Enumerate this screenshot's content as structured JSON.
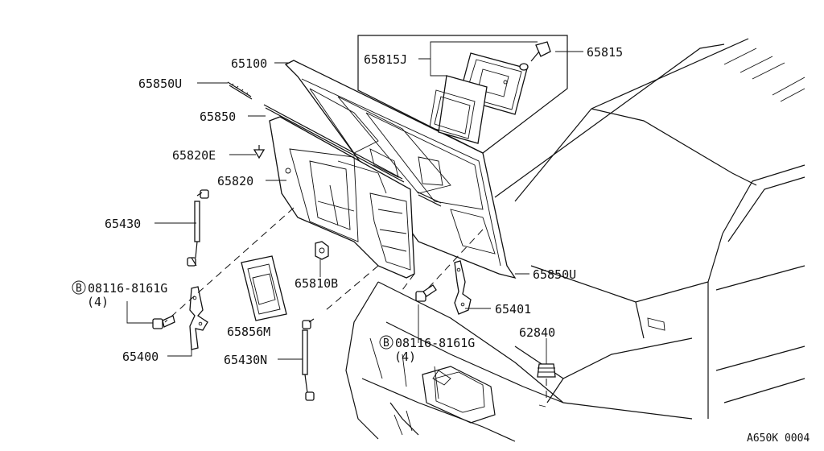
{
  "diagram_code": "A650K 0004",
  "labels": {
    "p65100": "65100",
    "p65850u_top": "65850U",
    "p65850": "65850",
    "p65820e": "65820E",
    "p65820": "65820",
    "p65430": "65430",
    "bolt_left": "08116-8161G",
    "bolt_left_qty": "(4)",
    "p65400": "65400",
    "p65856m": "65856M",
    "p65810b": "65810B",
    "p65430n": "65430N",
    "bolt_right": "08116-8161G",
    "bolt_right_qty": "(4)",
    "p65401": "65401",
    "p62840": "62840",
    "p65850u_right": "65850U",
    "p65815j": "65815J",
    "p65815": "65815",
    "circle_b": "B"
  }
}
